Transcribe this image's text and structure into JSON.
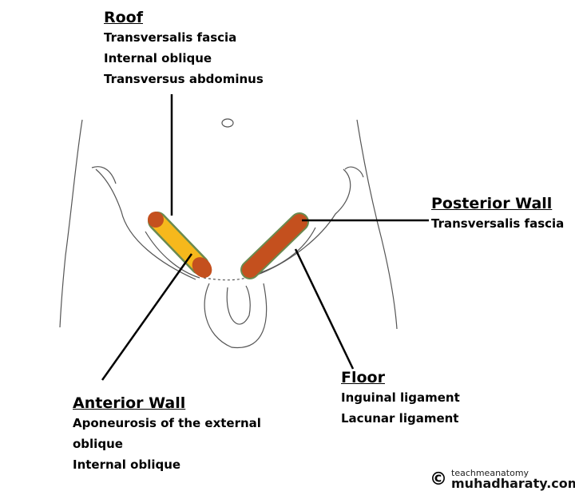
{
  "roof": {
    "title": "Roof",
    "items": [
      "Transversalis fascia",
      "Internal oblique",
      "Transversus abdominus"
    ]
  },
  "posterior": {
    "title": "Posterior Wall",
    "items": [
      "Transversalis fascia"
    ]
  },
  "floor": {
    "title": "Floor",
    "items": [
      "Inguinal ligament",
      "Lacunar ligament"
    ]
  },
  "anterior": {
    "title": "Anterior Wall",
    "items": [
      "Aponeurosis of the external",
      "oblique",
      "Internal oblique"
    ]
  },
  "watermark": {
    "copyright": "©",
    "line1": "teachmeanatomy",
    "line2": "muhadharaty.com"
  },
  "colors": {
    "canal_yellow": "#f6b81c",
    "canal_brown": "#c4501e",
    "edge_green": "#6a8a50"
  }
}
